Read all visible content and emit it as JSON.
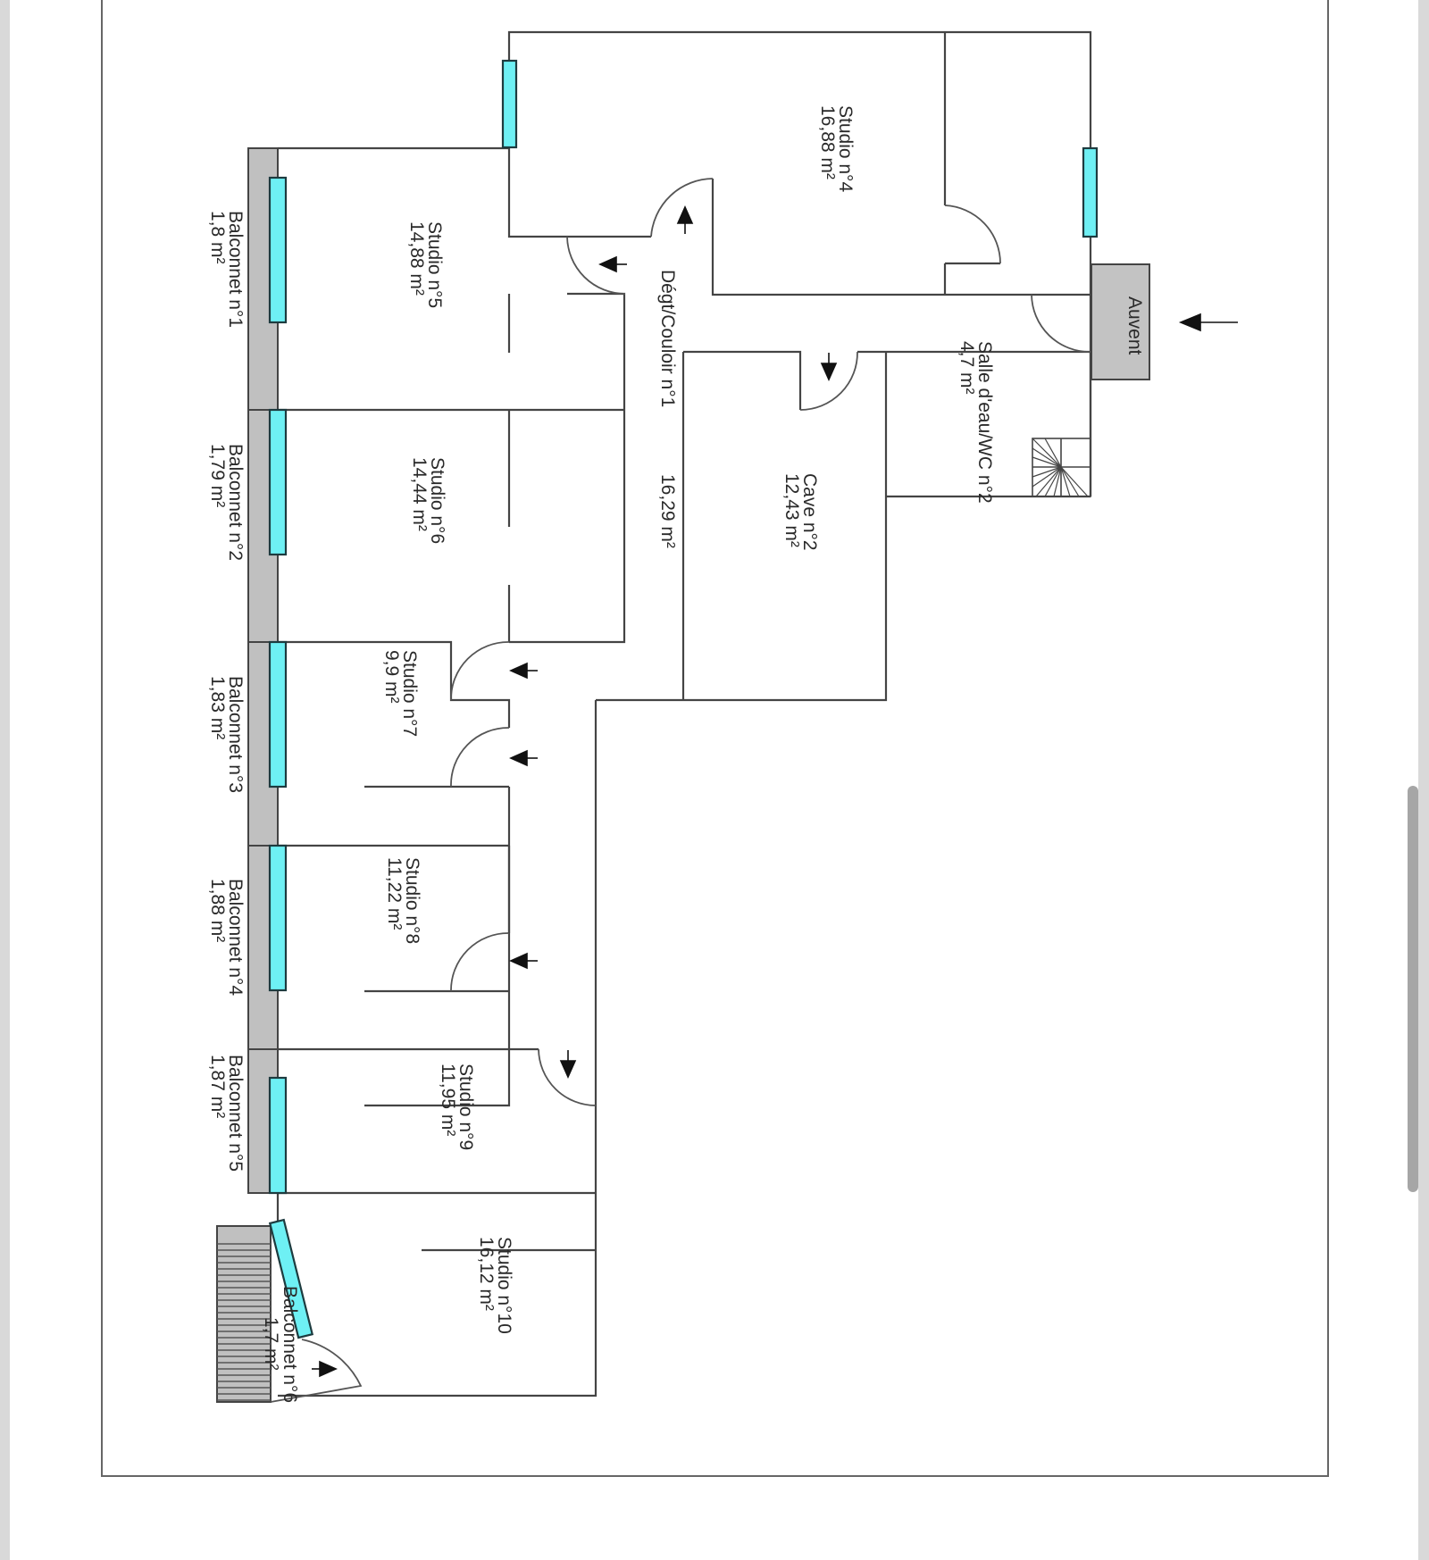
{
  "plan": {
    "rooms": [
      {
        "id": "studio-4",
        "name": "Studio  n°4",
        "area": "16,88  m²"
      },
      {
        "id": "studio-5",
        "name": "Studio  n°5",
        "area": "14,88  m²"
      },
      {
        "id": "studio-6",
        "name": "Studio  n°6",
        "area": "14,44  m²"
      },
      {
        "id": "studio-7",
        "name": "Studio  n°7",
        "area": "9,9  m²"
      },
      {
        "id": "studio-8",
        "name": "Studio  n°8",
        "area": "11,22  m²"
      },
      {
        "id": "studio-9",
        "name": "Studio  n°9",
        "area": "11,95  m²"
      },
      {
        "id": "studio-10",
        "name": "Studio  n°10",
        "area": "16,12  m²"
      },
      {
        "id": "corridor-1",
        "name": "Dégt/Couloir n°1",
        "area": "16,29  m²"
      },
      {
        "id": "cave-2",
        "name": "Cave n°2",
        "area": "12,43  m²"
      },
      {
        "id": "salle-eau-2",
        "name": "Salle d'eau/WC n°2",
        "area": "4,7  m²"
      },
      {
        "id": "auvent",
        "name": "Auvent",
        "area": ""
      }
    ],
    "balconies": [
      {
        "name": "Balconnet n°1",
        "area": "1,8  m²"
      },
      {
        "name": "Balconnet n°2",
        "area": "1,79  m²"
      },
      {
        "name": "Balconnet n°3",
        "area": "1,83  m²"
      },
      {
        "name": "Balconnet n°4",
        "area": "1,88  m²"
      },
      {
        "name": "Balconnet n°5",
        "area": "1,87  m²"
      },
      {
        "name": "Balconnet n°6",
        "area": "1,7  m²"
      }
    ],
    "colors": {
      "window": "#6ef0f4",
      "balcony": "#c0c0c0",
      "wall": "#444444"
    }
  }
}
